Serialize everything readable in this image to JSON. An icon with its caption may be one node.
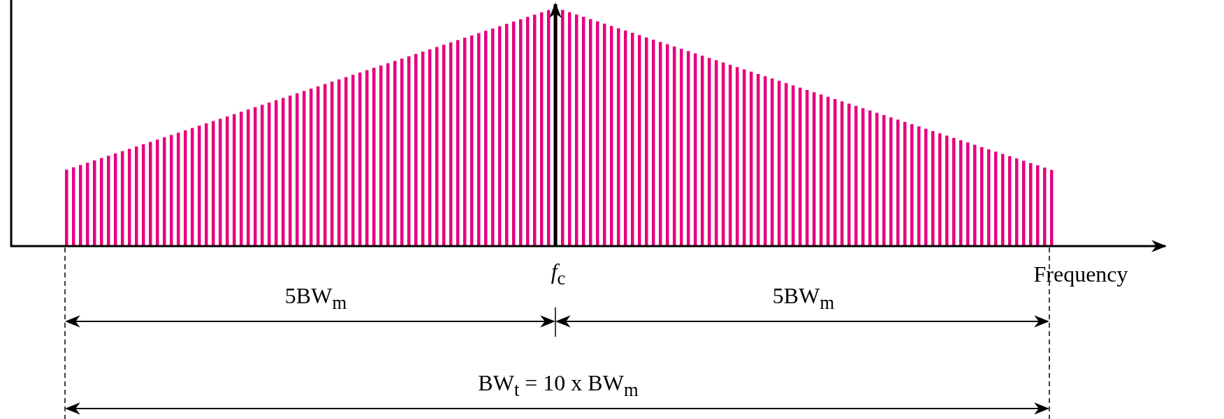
{
  "diagram": {
    "labels": [
      "*f*$_{c}$",
      "Frequency",
      "5BW$_{m}$",
      "5BW$_{m}$",
      "BW$_{t}$ = 10 x BW$_{m}$"
    ]
  }
}
